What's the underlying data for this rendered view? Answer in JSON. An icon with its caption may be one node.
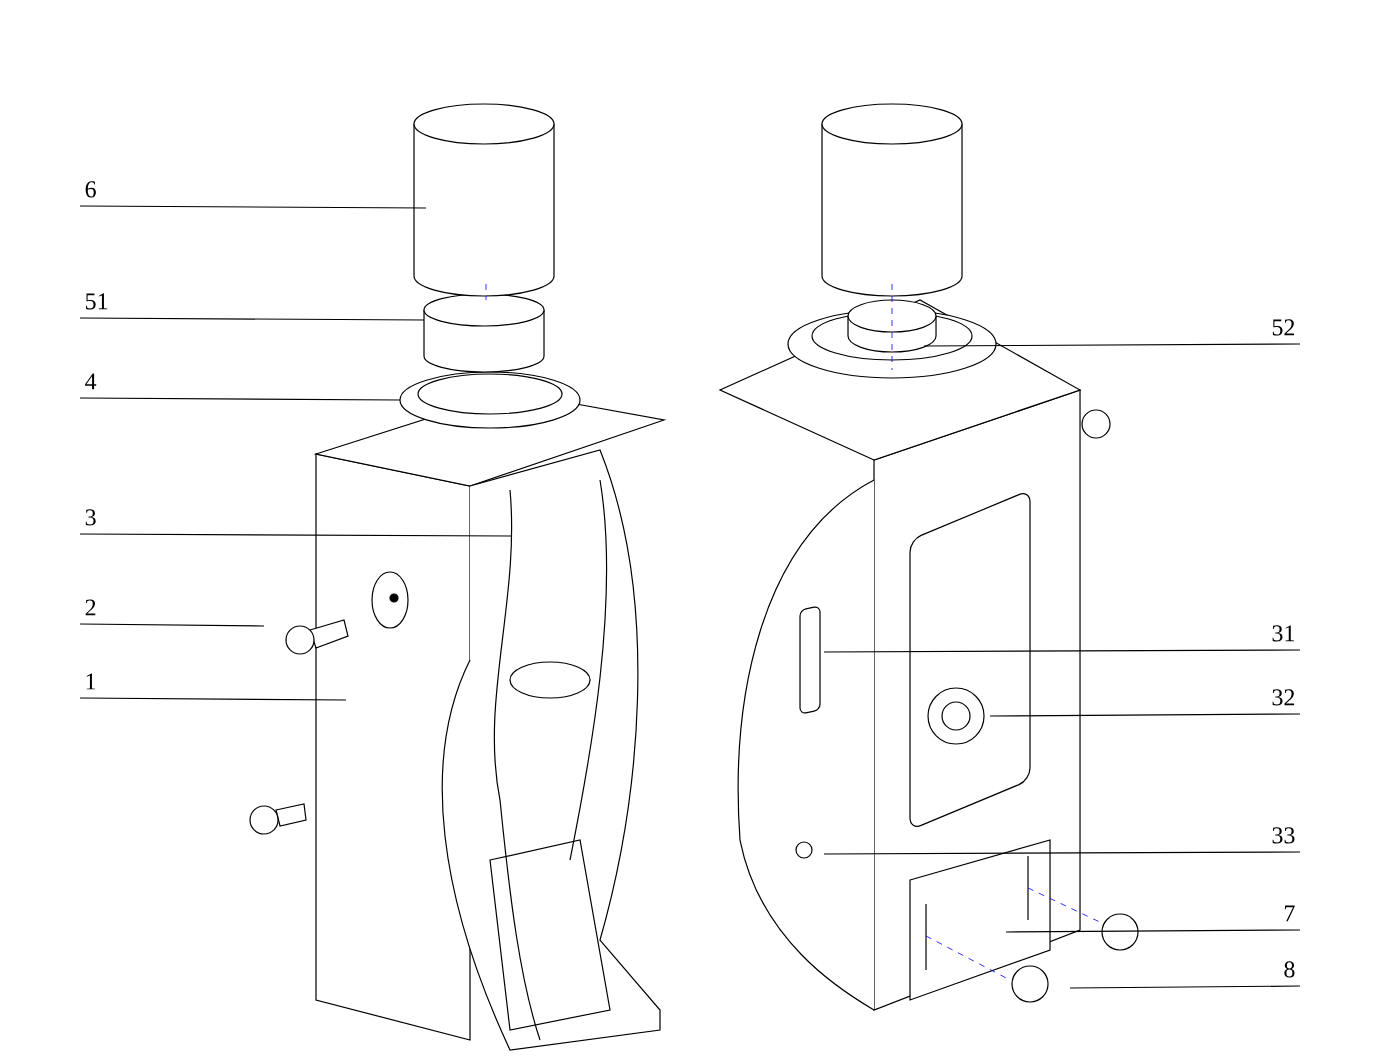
{
  "diagram": {
    "nodes": [
      {
        "text": [
          "6"
        ]
      },
      {
        "text": [
          "51"
        ]
      },
      {
        "text": [
          "4"
        ]
      },
      {
        "text": [
          "3"
        ]
      },
      {
        "text": [
          "2"
        ]
      },
      {
        "text": [
          "1"
        ]
      },
      {
        "text": [
          "52"
        ]
      },
      {
        "text": [
          "31"
        ]
      },
      {
        "text": [
          "32"
        ]
      },
      {
        "text": [
          "33"
        ]
      },
      {
        "text": [
          "7"
        ]
      },
      {
        "text": [
          "8"
        ]
      }
    ],
    "edges": [
      {
        "from": 0,
        "to": null,
        "arrow": "none"
      },
      {
        "from": 1,
        "to": null,
        "arrow": "none"
      },
      {
        "from": 2,
        "to": null,
        "arrow": "none"
      },
      {
        "from": 3,
        "to": null,
        "arrow": "none"
      },
      {
        "from": 4,
        "to": null,
        "arrow": "none"
      },
      {
        "from": 5,
        "to": null,
        "arrow": "none"
      },
      {
        "from": 6,
        "to": null,
        "arrow": "none"
      },
      {
        "from": 7,
        "to": null,
        "arrow": "none"
      },
      {
        "from": 8,
        "to": null,
        "arrow": "none"
      },
      {
        "from": 9,
        "to": null,
        "arrow": "none"
      },
      {
        "from": 10,
        "to": null,
        "arrow": "none"
      },
      {
        "from": 11,
        "to": null,
        "arrow": "none"
      }
    ]
  }
}
